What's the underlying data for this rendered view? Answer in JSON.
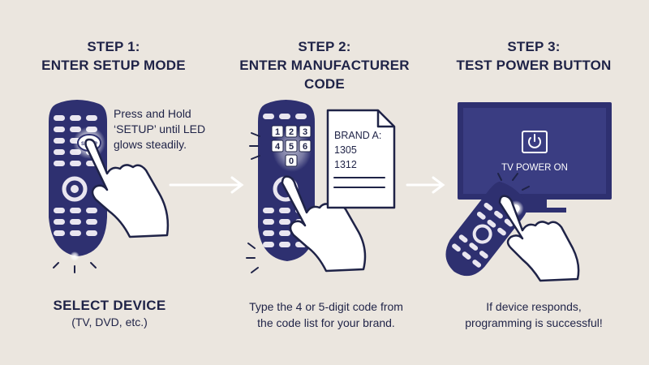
{
  "steps": [
    {
      "title_line1": "STEP 1:",
      "title_line2": "ENTER SETUP MODE",
      "note_lines": [
        "Press and Hold",
        "‘SETUP’ until LED",
        "glows steadily."
      ],
      "button_label": "SETUP",
      "caption_line1": "SELECT DEVICE",
      "caption_line2": "(TV, DVD, etc.)"
    },
    {
      "title_line1": "STEP 2:",
      "title_line2": "ENTER MANUFACTURER CODE",
      "keypad": [
        "1",
        "2",
        "3",
        "4",
        "5",
        "6",
        "0"
      ],
      "code_sheet": {
        "heading": "BRAND A:",
        "codes": [
          "1305",
          "1312"
        ]
      },
      "caption_line1": "Type the 4 or 5-digit code from",
      "caption_line2": "the code list for your brand."
    },
    {
      "title_line1": "STEP 3:",
      "title_line2": "TEST POWER BUTTON",
      "tv_text": "TV POWER ON",
      "caption_line1": "If device responds,",
      "caption_line2": "programming is successful!"
    }
  ],
  "colors": {
    "background": "#ebe6df",
    "remote": "#2e3070",
    "tv_screen": "#3a3d82",
    "ink": "#1f2347"
  }
}
